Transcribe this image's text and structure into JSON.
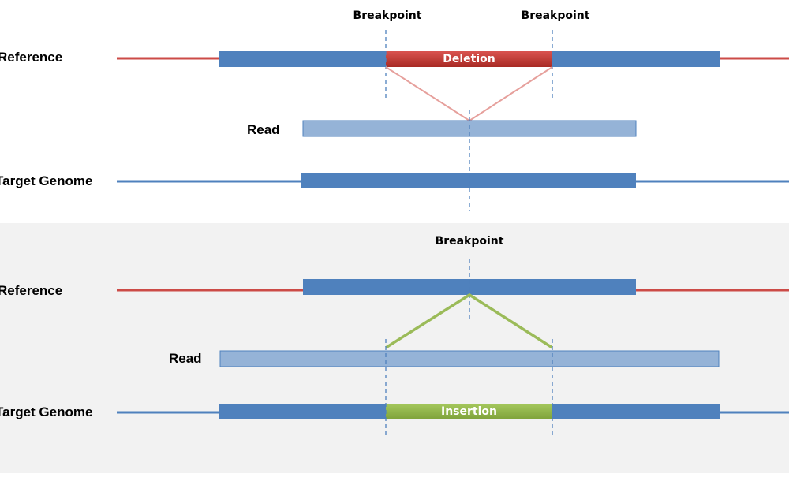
{
  "deletion_panel": {
    "breakpoint_left_label": "Breakpoint",
    "breakpoint_right_label": "Breakpoint",
    "reference_label": "Reference",
    "deletion_label": "Deletion",
    "read_label": "Read",
    "target_label": "Target Genome"
  },
  "insertion_panel": {
    "breakpoint_label": "Breakpoint",
    "reference_label": "Reference",
    "read_label": "Read",
    "target_label": "Target Genome",
    "insertion_label": "Insertion"
  },
  "colors": {
    "reference_line": "#cc4b47",
    "target_line": "#4f81bd",
    "block": "#4f81bd",
    "read_fill": "#95b3d7",
    "read_border": "#4f81bd",
    "deletion_fill": "#c0392b",
    "deletion_connector": "#e6a09c",
    "insertion_fill": "#8fb545",
    "insertion_connector": "#9bbb59",
    "panel_background": "#f2f2f2",
    "dashed_line": "#4f81bd"
  }
}
